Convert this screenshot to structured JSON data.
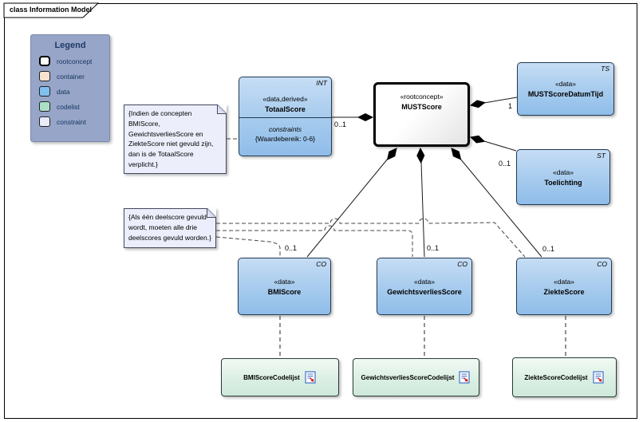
{
  "frame": {
    "title": "class Information Model"
  },
  "legend": {
    "title": "Legend",
    "items": [
      {
        "label": "rootconcept",
        "color": "#ffffff"
      },
      {
        "label": "container",
        "color": "#f6e2cf"
      },
      {
        "label": "data",
        "color": "#82c0f0"
      },
      {
        "label": "codelist",
        "color": "#abdfc6"
      },
      {
        "label": "constraint",
        "color": "#e8ebf8"
      }
    ]
  },
  "notes": {
    "totaalscore_constraint": "{Indien de concepten BMIScore, GewichtsverliesScore en ZiekteScore niet gevuld zijn, dan is de TotaalScore verplicht.}",
    "deelscore_constraint": "{Als één deelscore gevuld wordt, moeten alle drie deelscores gevuld worden.}"
  },
  "classes": {
    "totaalscore": {
      "type_code": "INT",
      "stereotype": "«data,derived»",
      "name": "TotaalScore",
      "constraints_label": "constraints",
      "constraint_value": "{Waardebereik: 0-6}"
    },
    "mustscore": {
      "stereotype": "«rootconcept»",
      "name": "MUSTScore"
    },
    "mustscoredatumtijd": {
      "type_code": "TS",
      "stereotype": "«data»",
      "name": "MUSTScoreDatumTijd"
    },
    "toelichting": {
      "type_code": "ST",
      "stereotype": "«data»",
      "name": "Toelichting"
    },
    "bmiscore": {
      "type_code": "CO",
      "stereotype": "«data»",
      "name": "BMIScore"
    },
    "gewichtsverliesscore": {
      "type_code": "CO",
      "stereotype": "«data»",
      "name": "GewichtsverliesScore"
    },
    "ziektescore": {
      "type_code": "CO",
      "stereotype": "«data»",
      "name": "ZiekteScore"
    }
  },
  "codelists": [
    {
      "name": "BMIScoreCodelijst"
    },
    {
      "name": "GewichtsverliesScoreCodelijst"
    },
    {
      "name": "ZiekteScoreCodelijst"
    }
  ],
  "multiplicities": {
    "totaalscore": "0..1",
    "mustscoredatumtijd": "1",
    "toelichting": "0..1",
    "bmiscore": "0..1",
    "gewichtsverliesscore": "0..1",
    "ziektescore": "0..1"
  }
}
